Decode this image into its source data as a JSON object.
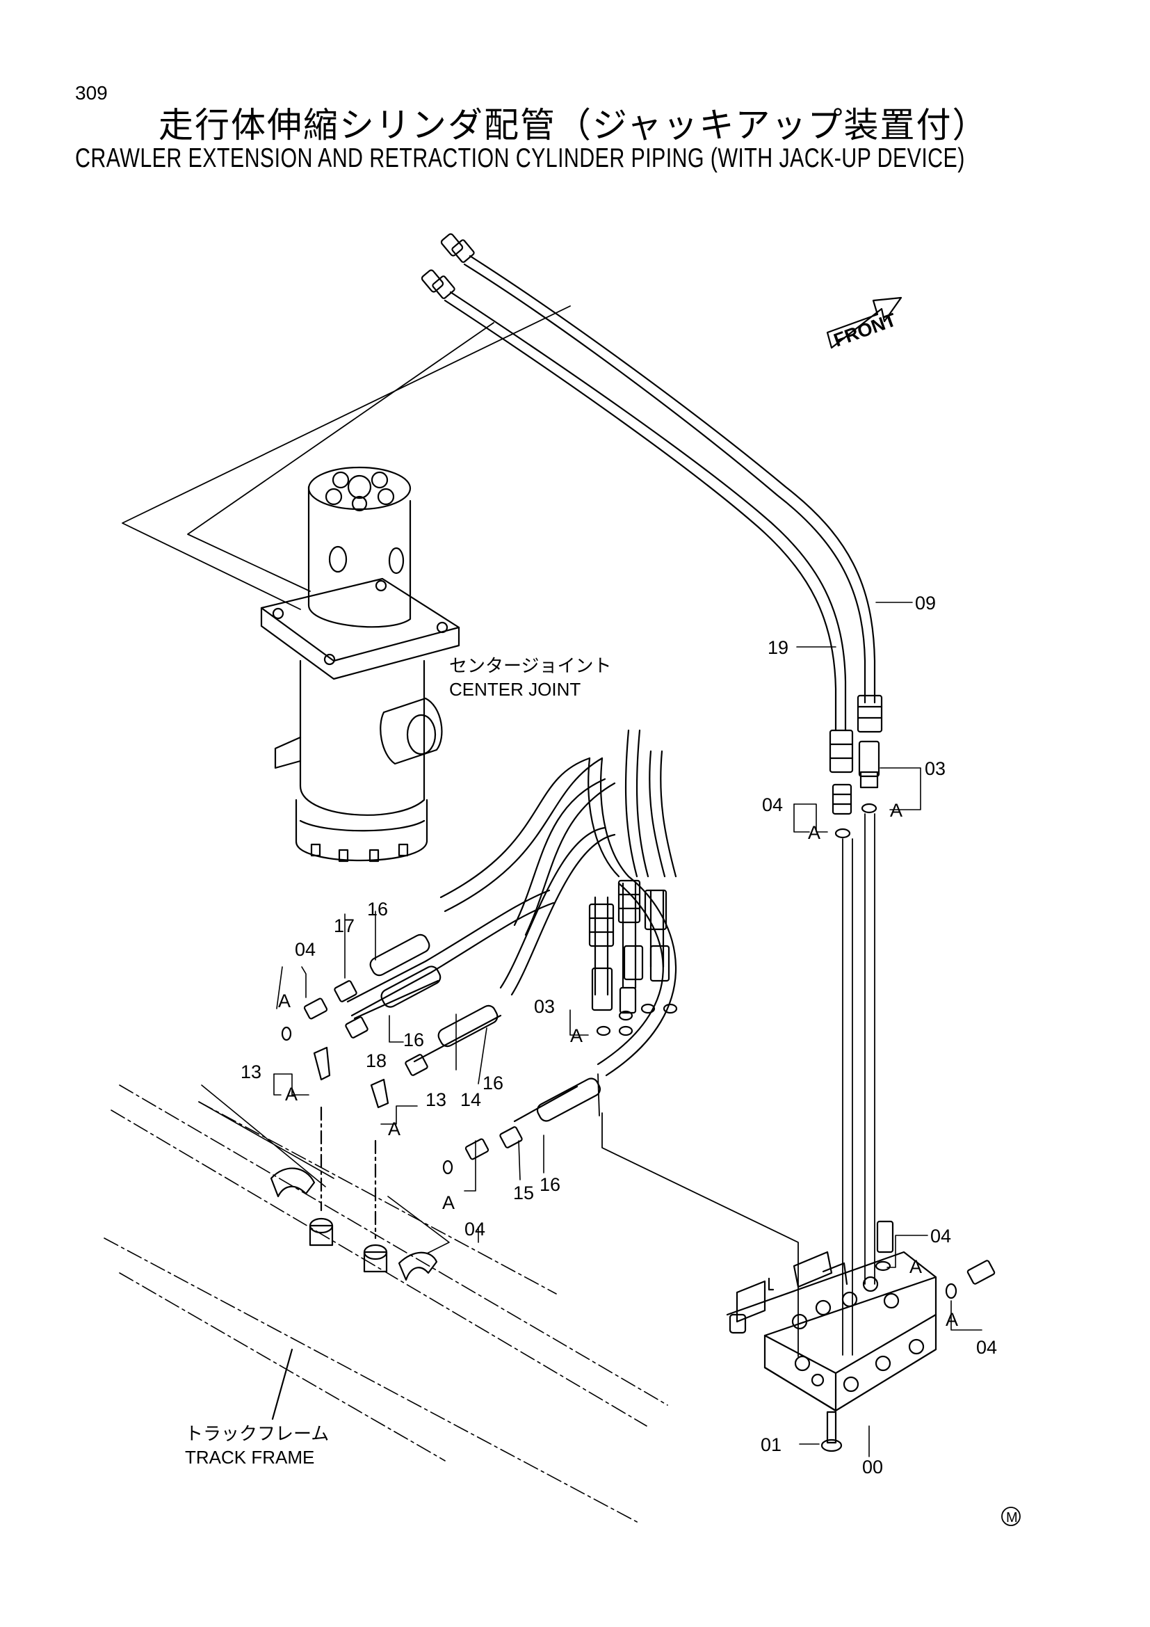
{
  "page_number": "309",
  "title_jp": "走行体伸縮シリンダ配管（ジャッキアップ装置付）",
  "title_en": "CRAWLER EXTENSION AND RETRACTION CYLINDER PIPING (WITH JACK-UP DEVICE)",
  "front_label": "FRONT",
  "components": {
    "center_joint_jp": "センタージョイント",
    "center_joint_en": "CENTER JOINT",
    "track_frame_jp": "トラックフレーム",
    "track_frame_en": "TRACK FRAME"
  },
  "callouts": {
    "p00": "00",
    "p01": "01",
    "p03": "03",
    "p04": "04",
    "p09": "09",
    "p13": "13",
    "p14": "14",
    "p15": "15",
    "p16": "16",
    "p17": "17",
    "p18": "18",
    "p19": "19",
    "a": "A"
  },
  "mark": "M"
}
